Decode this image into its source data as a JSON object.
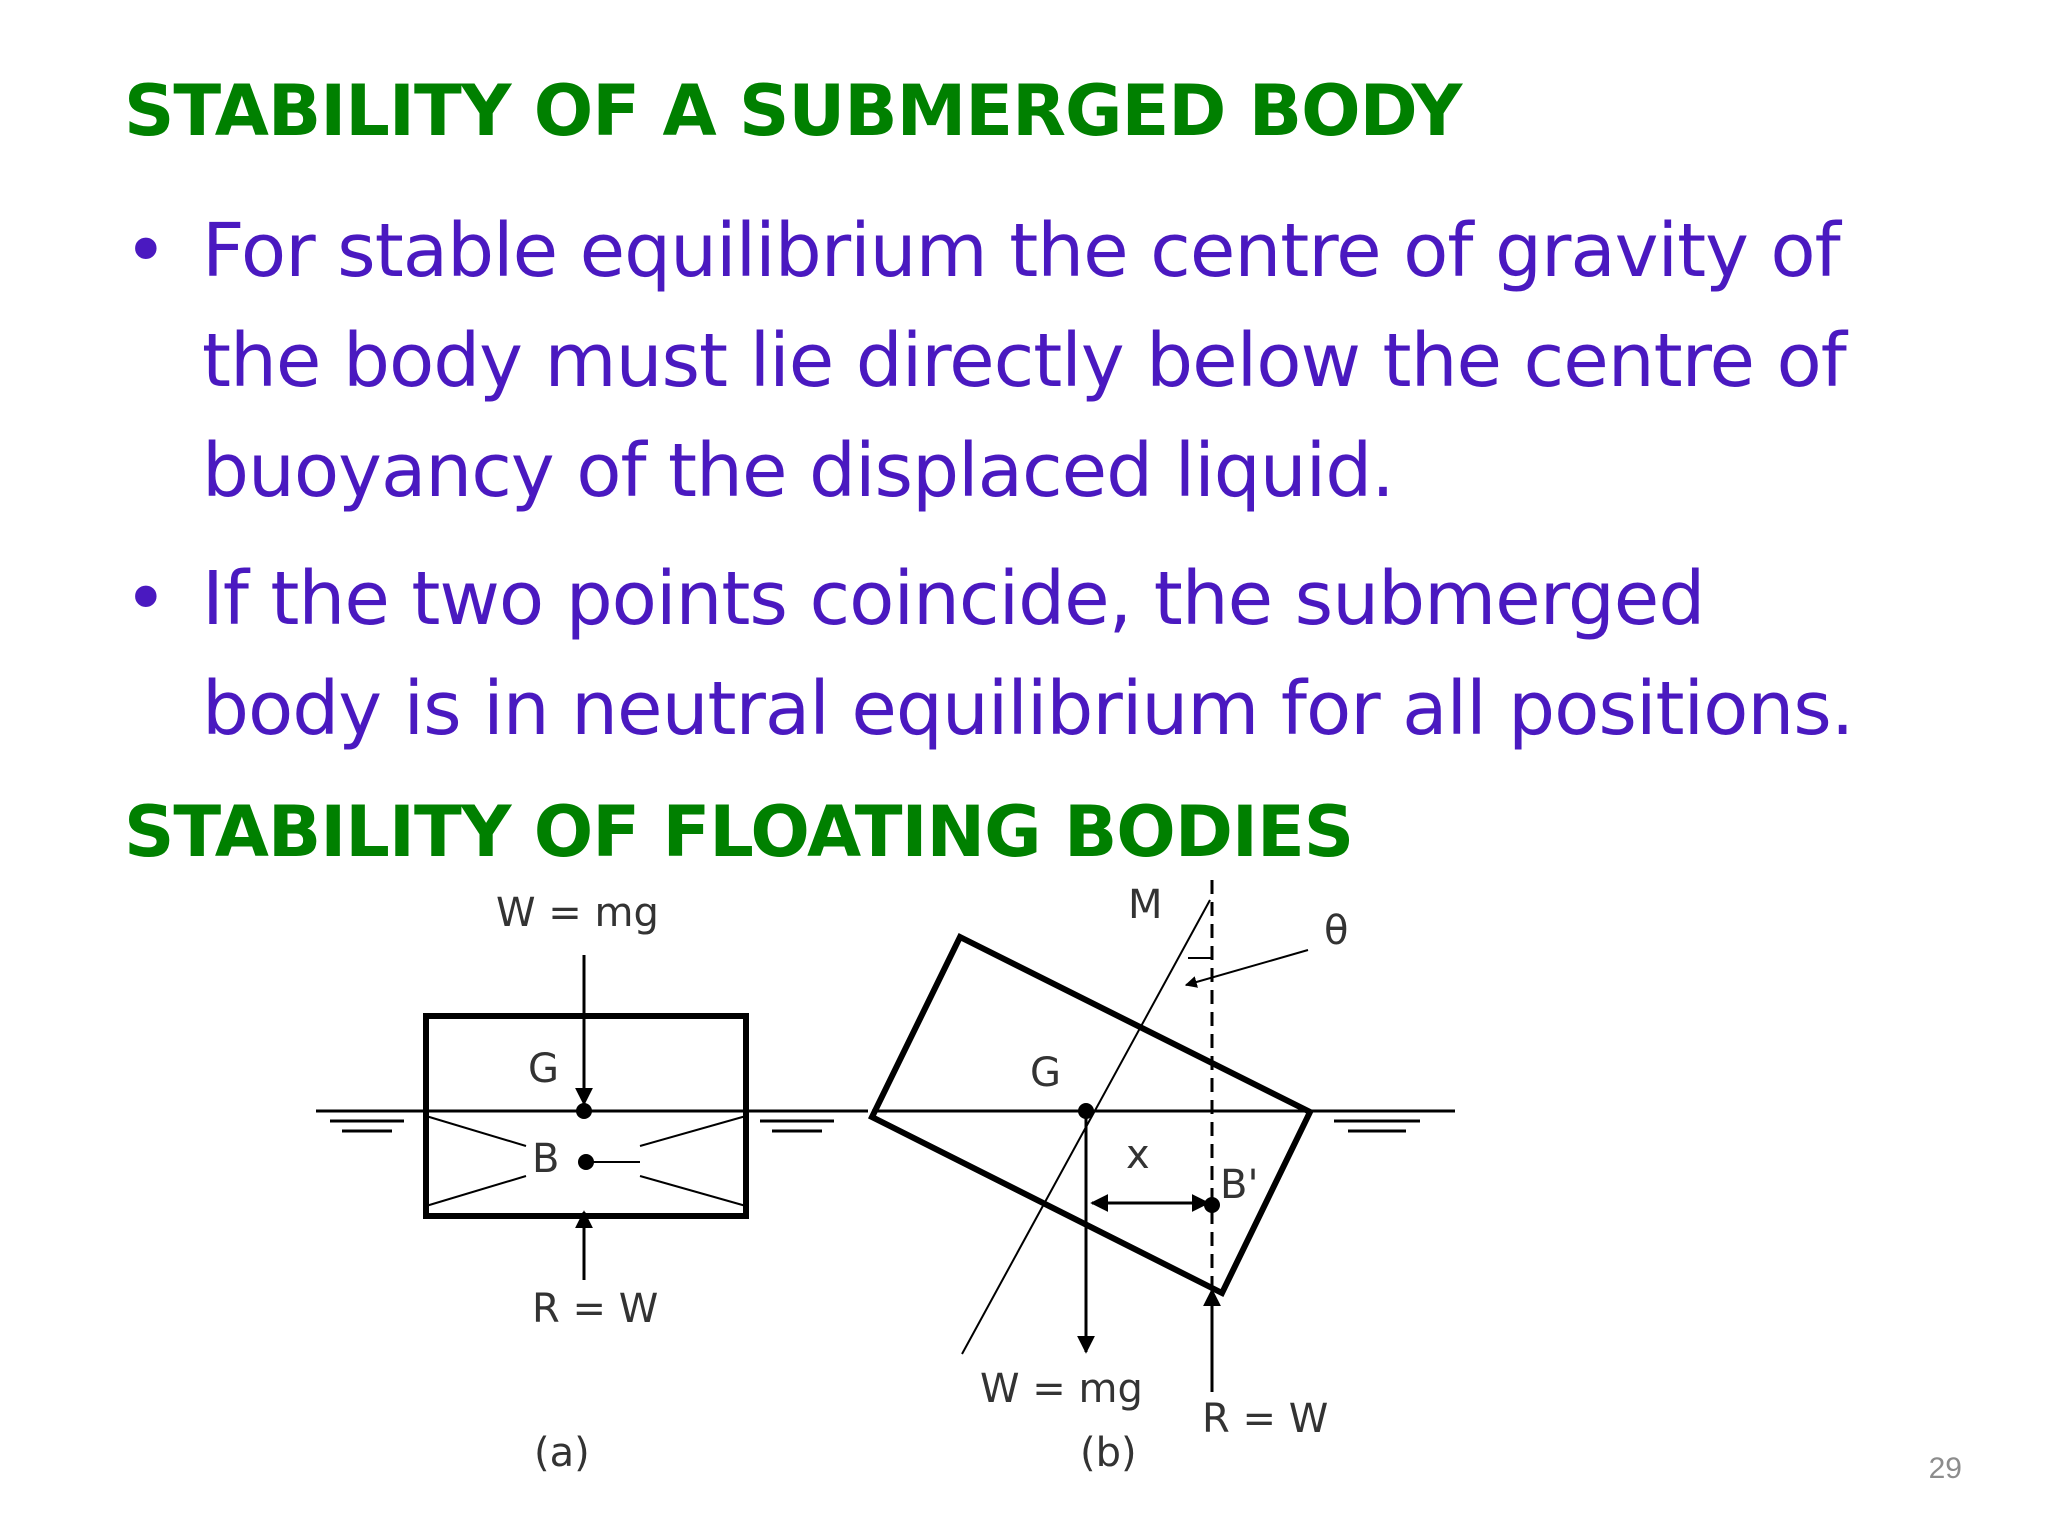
{
  "heading_1": "STABILITY OF A SUBMERGED BODY",
  "bullets": [
    {
      "lines": [
        "For stable equilibrium the centre of gravity of",
        "the body must lie directly below the centre of",
        "buoyancy of the displaced liquid."
      ]
    },
    {
      "lines": [
        "If the two points coincide, the submerged",
        "body is in neutral equilibrium for all positions."
      ]
    }
  ],
  "heading_2": "STABILITY OF FLOATING BODIES",
  "diagram": {
    "a": {
      "weight_label": "W = mg",
      "g_label": "G",
      "b_label": "B",
      "reaction_label": "R = W",
      "caption": "(a)"
    },
    "b": {
      "m_label": "M",
      "theta_label": "θ",
      "g_label": "G",
      "x_label": "x",
      "b_prime_label": "B'",
      "weight_label": "W = mg",
      "reaction_label": "R = W",
      "caption": "(b)"
    }
  },
  "slide_number": "29"
}
